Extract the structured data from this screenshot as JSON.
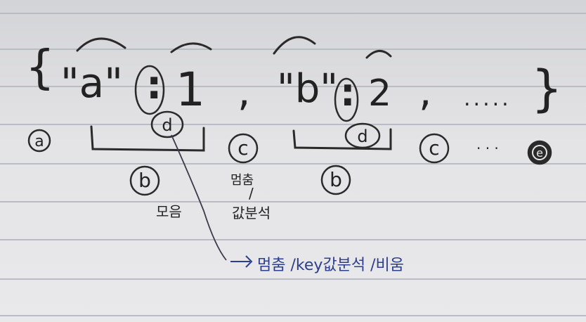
{
  "notebook": {
    "code_line": {
      "open_brace": "{",
      "key_a": "\"a\"",
      "colon_1": ":",
      "value_1": "1",
      "comma_1": ",",
      "key_b": "\"b\"",
      "colon_2": ":",
      "value_2": "2",
      "comma_2": ",",
      "ellipsis": ".....",
      "close_brace": "}"
    },
    "markers": {
      "a": "a",
      "b1": "b",
      "c1": "c",
      "d1": "d",
      "b2": "b",
      "d2": "d",
      "c2": "c",
      "ellipsis_small": "· · ·",
      "e": "e"
    },
    "notes": {
      "b_note": "모음",
      "c_note_line1": "멈춤",
      "c_note_line2": "/",
      "c_note_line3": "값분석",
      "d_note": "멈춤 /key값분석 /비움"
    },
    "colors": {
      "pencil": "#222222",
      "blue_pen": "#2c3f8c",
      "rule_line": "#b9bcc4",
      "paper": "#e6e6e8"
    }
  }
}
